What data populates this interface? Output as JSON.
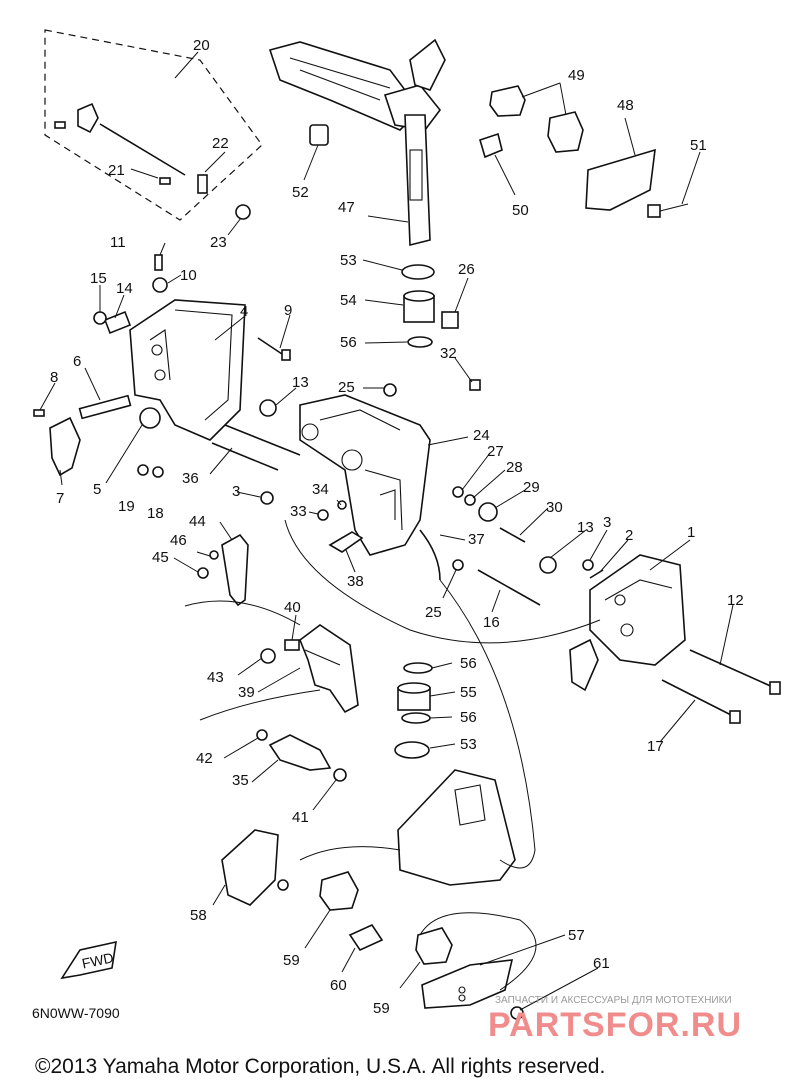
{
  "diagram": {
    "labels": [
      "1",
      "2",
      "3",
      "3",
      "4",
      "5",
      "6",
      "7",
      "8",
      "9",
      "10",
      "11",
      "12",
      "13",
      "13",
      "14",
      "15",
      "16",
      "17",
      "18",
      "19",
      "20",
      "21",
      "22",
      "23",
      "24",
      "25",
      "25",
      "26",
      "27",
      "28",
      "29",
      "30",
      "32",
      "33",
      "34",
      "35",
      "36",
      "37",
      "38",
      "39",
      "40",
      "41",
      "42",
      "43",
      "44",
      "45",
      "46",
      "47",
      "48",
      "49",
      "50",
      "51",
      "52",
      "53",
      "53",
      "54",
      "55",
      "56",
      "56",
      "56",
      "57",
      "58",
      "59",
      "59",
      "60",
      "61"
    ],
    "figure_code": "6N0WW-7090",
    "fwd_label": "FWD",
    "copyright": "©2013 Yamaha Motor Corporation, U.S.A. All rights reserved.",
    "watermark_caption": "ЗАПЧАСТИ И АКСЕССУАРЫ ДЛЯ МОТОТЕХНИКИ",
    "watermark_logo": "PARTSFOR.RU"
  }
}
